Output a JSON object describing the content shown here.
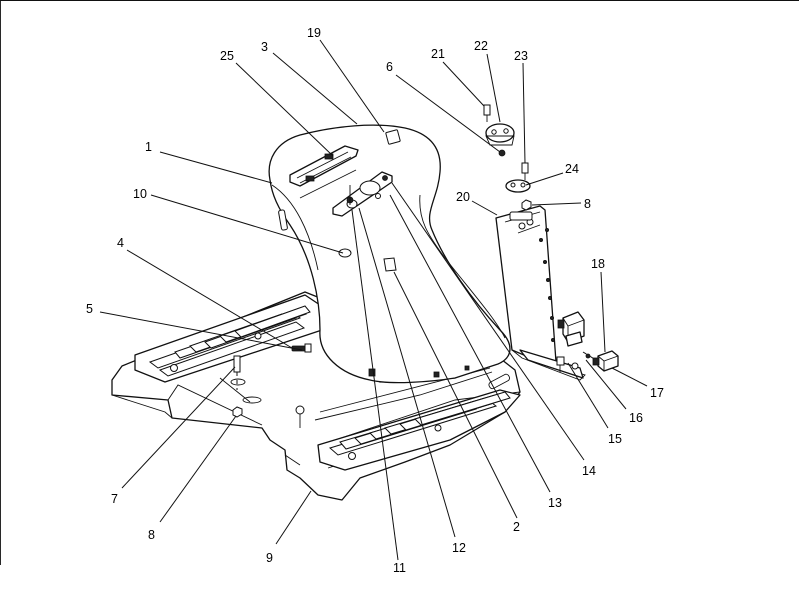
{
  "diagram": {
    "callouts": [
      {
        "id": "c1",
        "text": "1"
      },
      {
        "id": "c2",
        "text": "2"
      },
      {
        "id": "c3",
        "text": "3"
      },
      {
        "id": "c4",
        "text": "4"
      },
      {
        "id": "c5",
        "text": "5"
      },
      {
        "id": "c6",
        "text": "6"
      },
      {
        "id": "c7",
        "text": "7"
      },
      {
        "id": "c8a",
        "text": "8"
      },
      {
        "id": "c8b",
        "text": "8"
      },
      {
        "id": "c9",
        "text": "9"
      },
      {
        "id": "c10",
        "text": "10"
      },
      {
        "id": "c11",
        "text": "11"
      },
      {
        "id": "c12",
        "text": "12"
      },
      {
        "id": "c13",
        "text": "13"
      },
      {
        "id": "c14",
        "text": "14"
      },
      {
        "id": "c15",
        "text": "15"
      },
      {
        "id": "c16",
        "text": "16"
      },
      {
        "id": "c17",
        "text": "17"
      },
      {
        "id": "c18",
        "text": "18"
      },
      {
        "id": "c19",
        "text": "19"
      },
      {
        "id": "c20",
        "text": "20"
      },
      {
        "id": "c21",
        "text": "21"
      },
      {
        "id": "c22",
        "text": "22"
      },
      {
        "id": "c23",
        "text": "23"
      },
      {
        "id": "c24",
        "text": "24"
      },
      {
        "id": "c25",
        "text": "25"
      }
    ]
  }
}
